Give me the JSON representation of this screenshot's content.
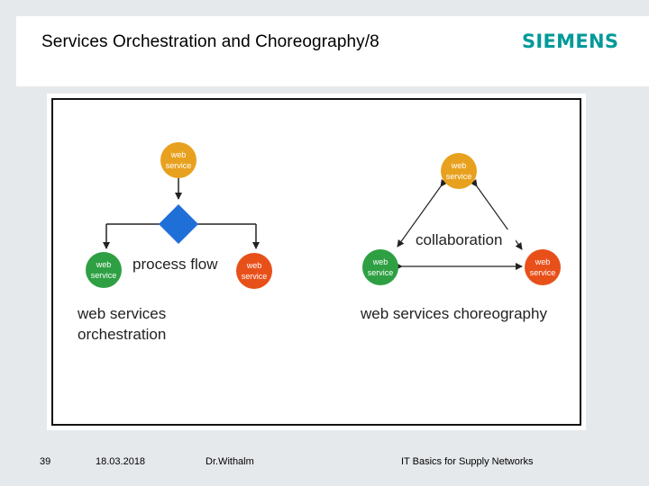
{
  "slide": {
    "title": "Services Orchestration and Choreography/8",
    "logo": "SIEMENS"
  },
  "colors": {
    "brand": "#009999",
    "orange": "#e8a11e",
    "green": "#2ea043",
    "red": "#e8501a",
    "diamond": "#1f6fd9"
  },
  "diagram": {
    "orchestration": {
      "top_node": [
        "web",
        "service"
      ],
      "left_node": [
        "web",
        "service"
      ],
      "right_node": [
        "web",
        "service"
      ],
      "flow_label": "process flow",
      "caption_line1": "web services",
      "caption_line2": "orchestration"
    },
    "choreography": {
      "top_node": [
        "web",
        "service"
      ],
      "left_node": [
        "web",
        "service"
      ],
      "right_node": [
        "web",
        "service"
      ],
      "edge_label": "collaboration",
      "caption": "web services choreography"
    }
  },
  "footer": {
    "page_number": "39",
    "date": "18.03.2018",
    "author": "Dr.Withalm",
    "course": "IT Basics for Supply Networks"
  }
}
